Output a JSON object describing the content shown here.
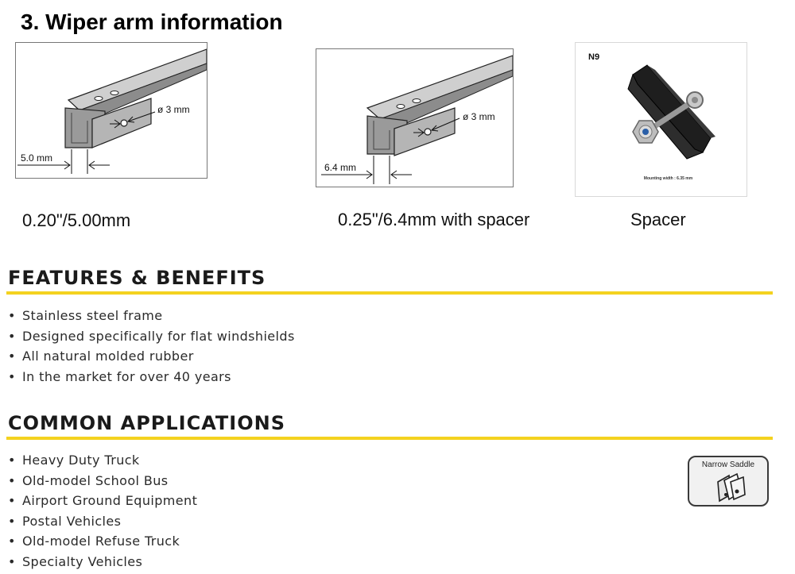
{
  "page": {
    "title": "3. Wiper arm information"
  },
  "figures": [
    {
      "caption": "0.20\"/5.00mm",
      "hole_label": "ø 3 mm",
      "width_label": "5.0 mm"
    },
    {
      "caption": "0.25\"/6.4mm with spacer",
      "hole_label": "ø 3 mm",
      "width_label": "6.4 mm"
    },
    {
      "caption": "Spacer",
      "code_label": "N9",
      "mount_label": "Mounting width : 6.35 mm"
    }
  ],
  "features": {
    "heading": "FEATURES & BENEFITS",
    "bullet_glyph": "•",
    "items": [
      "Stainless steel frame",
      "Designed specifically for flat windshields",
      "All natural molded rubber",
      "In the market for over 40 years"
    ]
  },
  "applications": {
    "heading": "COMMON APPLICATIONS",
    "items": [
      "Heavy Duty Truck",
      "Old-model School Bus",
      "Airport Ground Equipment",
      "Postal Vehicles",
      "Old-model Refuse Truck",
      "Specialty Vehicles"
    ]
  },
  "badge": {
    "label": "Narrow Saddle",
    "icon": "narrow-saddle-icon"
  },
  "colors": {
    "accent_rule": "#f4d21f"
  }
}
